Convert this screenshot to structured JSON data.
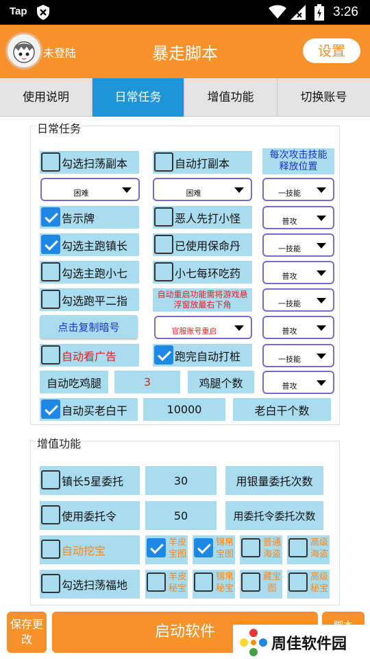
{
  "status_bar": {
    "carrier": "Tap",
    "time": "3:26"
  },
  "header": {
    "login_label": "未登陆",
    "title": "暴走脚本",
    "settings_label": "设置"
  },
  "tabs": [
    {
      "label": "使用说明",
      "active": false
    },
    {
      "label": "日常任务",
      "active": true
    },
    {
      "label": "增值功能",
      "active": false
    },
    {
      "label": "切换账号",
      "active": false
    }
  ],
  "daily": {
    "title": "日常任务",
    "sweep_dungeon": {
      "label": "勾选扫荡副本",
      "checked": false
    },
    "auto_dungeon": {
      "label": "自动打副本",
      "checked": false
    },
    "skill_position_label": "每次攻击技能释放位置",
    "sweep_difficulty": "困难",
    "auto_difficulty": "困难",
    "skill_select_1": "一技能",
    "notice_board": {
      "label": "告示牌",
      "checked": true
    },
    "villain_first": {
      "label": "恶人先打小怪",
      "checked": false
    },
    "attack_select_1": "普攻",
    "main_run_chief": {
      "label": "勾选主跑镇长",
      "checked": true
    },
    "used_life_pill": {
      "label": "已使用保命丹",
      "checked": false
    },
    "skill_select_2": "一技能",
    "main_run_seven": {
      "label": "勾选主跑小七",
      "checked": false
    },
    "seven_medicine": {
      "label": "小七每环吃药",
      "checked": false
    },
    "attack_select_2": "普攻",
    "run_pinger": {
      "label": "勾选跑平二指",
      "checked": false
    },
    "auto_restart_note": "自动重启功能需将游戏悬浮窗放最右下角",
    "skill_select_3": "一技能",
    "copy_code_label": "点击复制暗号",
    "restart_select": "官服账号重启",
    "attack_select_3": "普攻",
    "auto_ads": {
      "label": "自动看广告",
      "checked": false
    },
    "auto_stake": {
      "label": "跑完自动打桩",
      "checked": true
    },
    "skill_select_4": "一技能",
    "auto_eat_label": "自动吃鸡腿",
    "chicken_count": "3",
    "chicken_count_label": "鸡腿个数",
    "attack_select_4": "普攻",
    "auto_buy_biscuit": {
      "label": "自动买老白干",
      "checked": true
    },
    "biscuit_count": "10000",
    "biscuit_count_label": "老白干个数"
  },
  "value_added": {
    "title": "增值功能",
    "chief_5star": {
      "label": "镇长5星委托",
      "checked": false
    },
    "silver_count": "30",
    "silver_count_label": "用银量委托次数",
    "use_token": {
      "label": "使用委托令",
      "checked": false
    },
    "token_count": "50",
    "token_count_label": "用委托令委托次数",
    "auto_dig": {
      "label": "自动挖宝",
      "checked": false
    },
    "sheepskin_map": {
      "label": "羊皮宝图",
      "checked": true
    },
    "silk_map": {
      "label": "锦帛宝图",
      "checked": true
    },
    "normal_pirate": {
      "label": "普通海盗",
      "checked": false
    },
    "senior_pirate": {
      "label": "高级海盗",
      "checked": false
    },
    "sweep_fortune": {
      "label": "勾选扫荡福地",
      "checked": false
    },
    "sheepskin_secret": {
      "label": "羊皮秘宝",
      "checked": false
    },
    "silk_secret": {
      "label": "锦帛秘宝",
      "checked": false
    },
    "hidden_map": {
      "label": "藏宝图",
      "checked": false
    },
    "senior_secret": {
      "label": "高级秘宝",
      "checked": false
    }
  },
  "bottom": {
    "save_label": "保存更改",
    "start_label": "启动软件",
    "script_label": "脚本"
  },
  "watermark": {
    "text": "周佳软件园"
  }
}
